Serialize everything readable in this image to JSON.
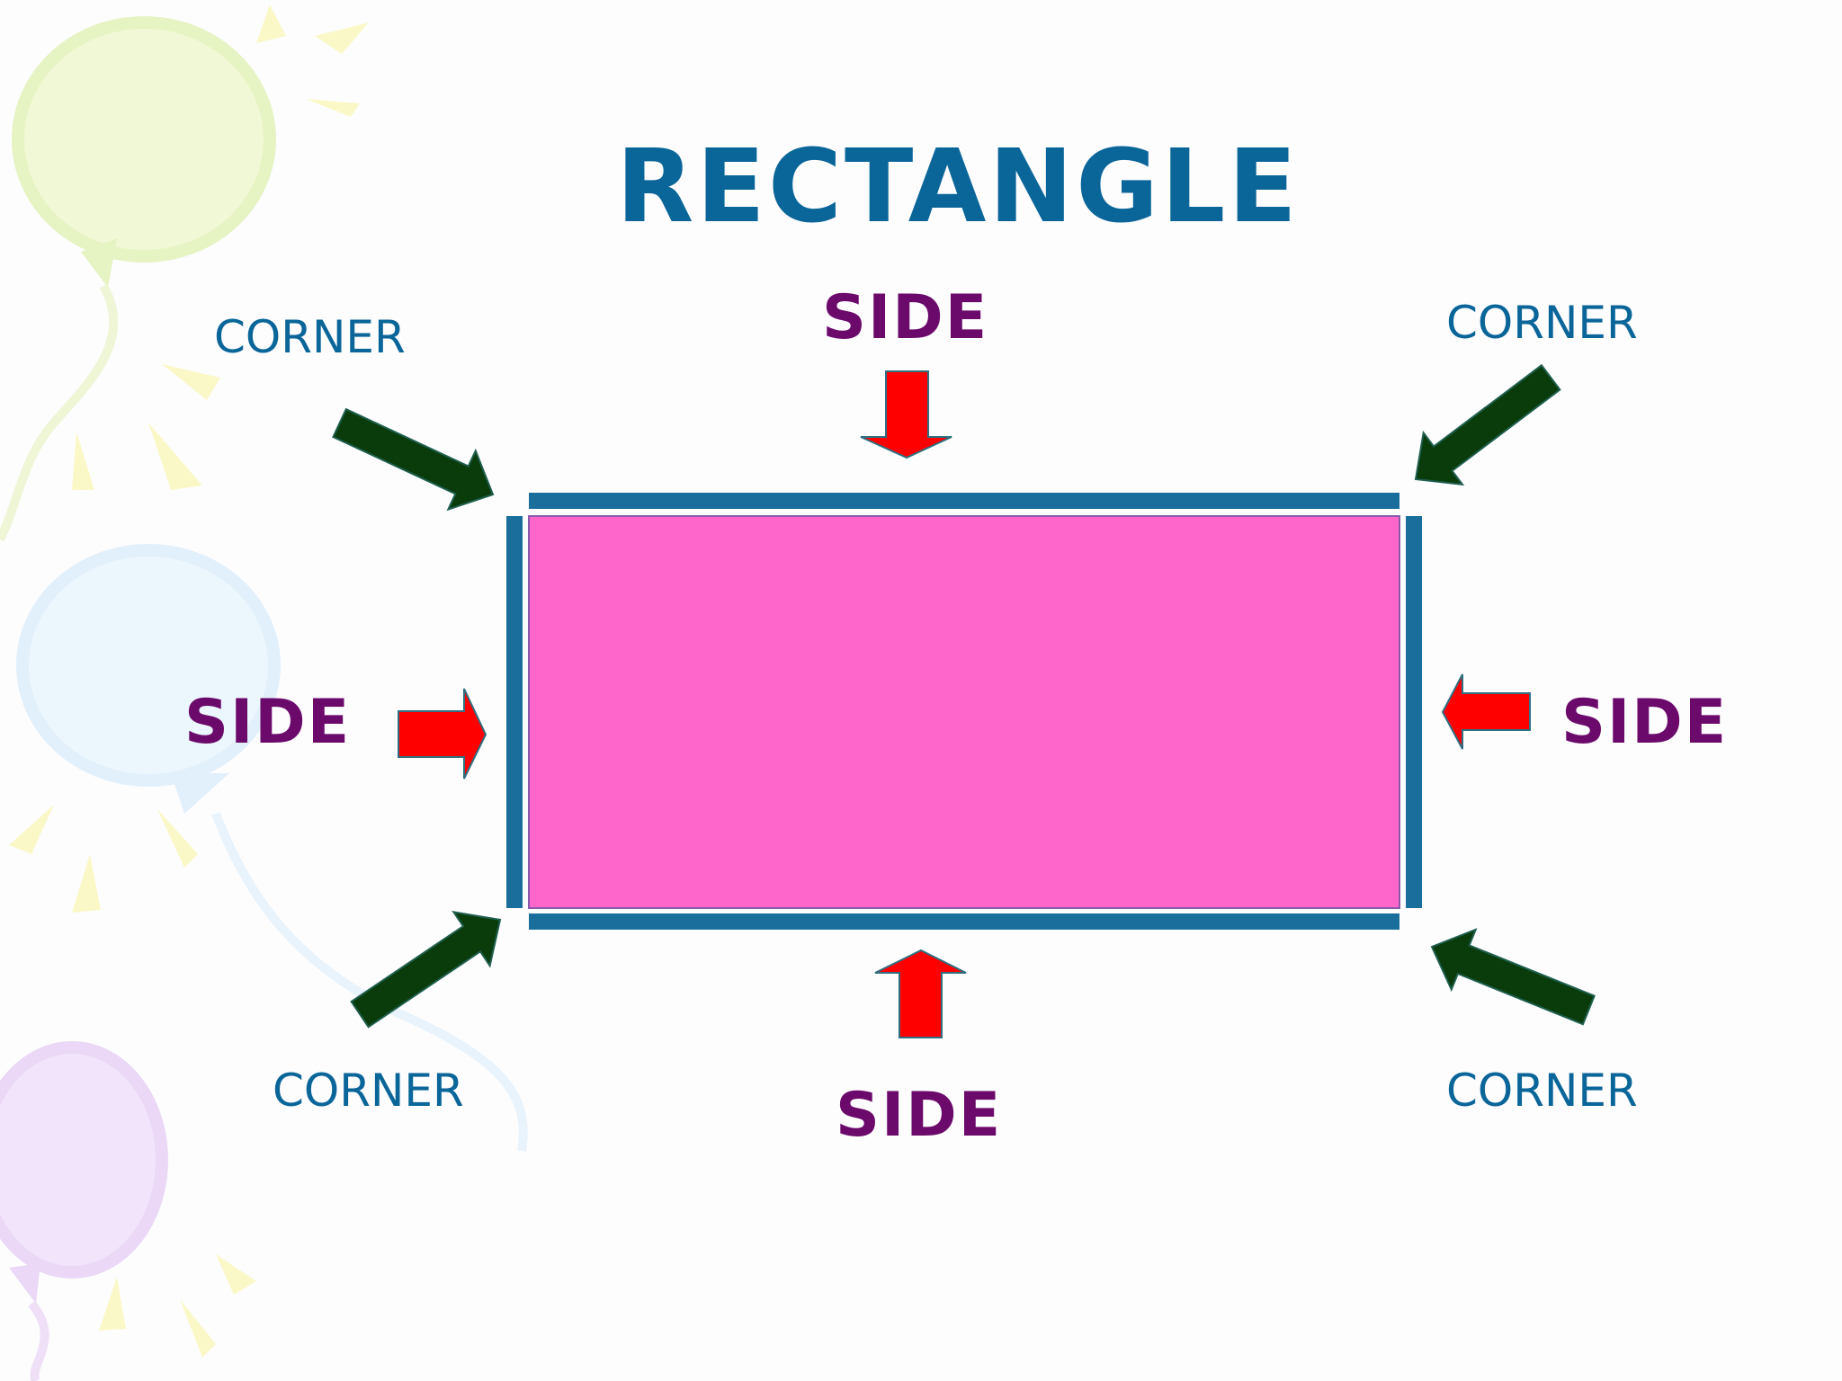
{
  "colors": {
    "title": "#0a6699",
    "side_label": "#6b0a6b",
    "corner_label": "#0a6699",
    "rectangle_fill": "#ff66cc",
    "rectangle_border": "#1a6e9c",
    "side_arrow": "#ff0000",
    "corner_arrow": "#0a3b0a",
    "background": "#fdfdfe"
  },
  "title": "RECTANGLE",
  "labels": {
    "side_top": "SIDE",
    "side_bottom": "SIDE",
    "side_left": "SIDE",
    "side_right": "SIDE",
    "corner_top_left": "CORNER",
    "corner_top_right": "CORNER",
    "corner_bottom_left": "CORNER",
    "corner_bottom_right": "CORNER"
  },
  "icons": {
    "background": "balloon-icon",
    "side_pointer": "red-arrow-icon",
    "corner_pointer": "dark-green-arrow-icon"
  }
}
